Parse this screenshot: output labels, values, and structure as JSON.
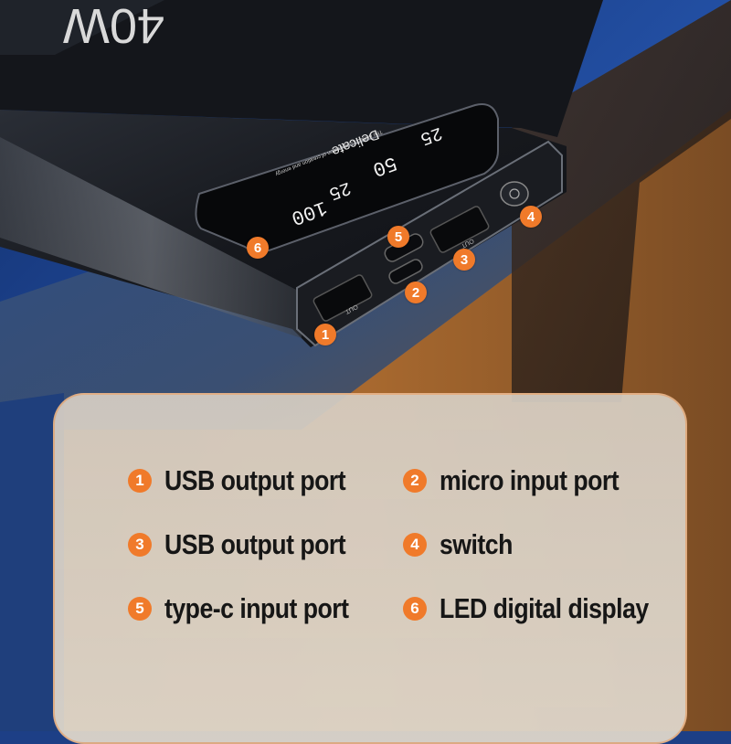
{
  "device": {
    "capacity_print": "40W",
    "display": {
      "brand": "Delicate",
      "tagline": "The perfect combination of creation and energy",
      "digits": [
        "100",
        "50",
        "25",
        "25"
      ]
    },
    "port_labels": [
      "OUT",
      "OUT"
    ]
  },
  "markers": [
    "1",
    "2",
    "3",
    "4",
    "5",
    "6"
  ],
  "legend": [
    {
      "num": "1",
      "label": "USB output port"
    },
    {
      "num": "2",
      "label": "micro input port"
    },
    {
      "num": "3",
      "label": "USB output port"
    },
    {
      "num": "4",
      "label": "switch"
    },
    {
      "num": "5",
      "label": "type-c input port"
    },
    {
      "num": "6",
      "label": "LED digital display"
    }
  ],
  "colors": {
    "accent": "#f07a2a",
    "background_blue": "#1d3f86",
    "box_orange": "#a8652a",
    "device_body": "#1b1e24"
  }
}
